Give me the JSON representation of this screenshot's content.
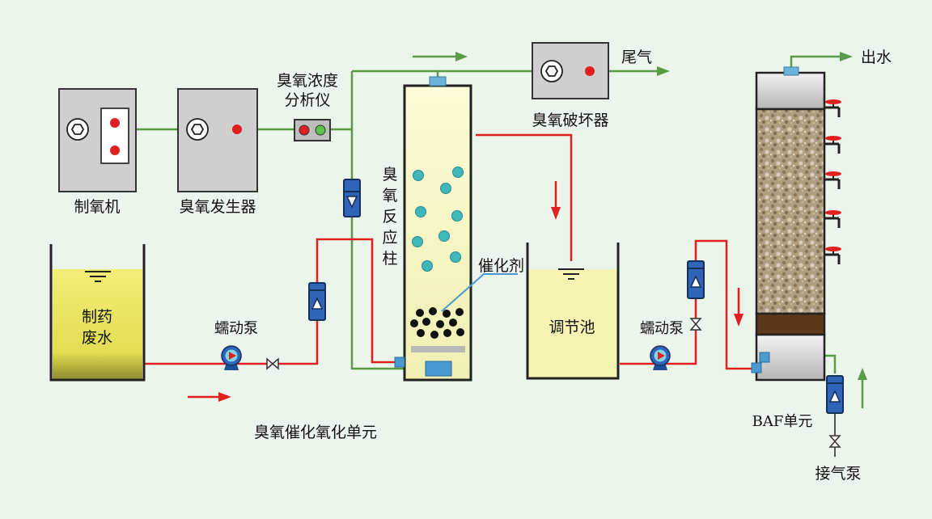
{
  "labels": {
    "oxygen_machine": "制氧机",
    "ozone_generator": "臭氧发生器",
    "ozone_analyzer": "臭氧浓度\n分析仪",
    "ozone_destroyer": "臭氧破坏器",
    "tail_gas": "尾气",
    "reactor": "臭\n氧\n反\n应\n柱",
    "catalyst": "催化剂",
    "wastewater_tank": "制药\n废水",
    "pump1": "蠕动泵",
    "pump2": "蠕动泵",
    "regulating_tank": "调节池",
    "outlet_water": "出水",
    "baf_unit": "BAF单元",
    "air_pump": "接气泵",
    "unit_caption": "臭氧催化氧化单元"
  },
  "colors": {
    "background": "#ecf5ec",
    "water_pipe": "#e02020",
    "gas_pipe": "#5a9a48",
    "yellow_liquid": "#ece86c",
    "pale_liquid": "#fafacc",
    "teal_bubble": "#3fb7bb",
    "equipment_gray": "#cfcfcf",
    "flowmeter_blue": "#2f64b8"
  },
  "icons": [
    "hexnut-icon",
    "red-indicator-icon",
    "green-indicator-icon",
    "flowmeter-icon",
    "peristaltic-pump-icon",
    "valve-icon",
    "tap-icon",
    "flow-arrow-icon"
  ]
}
